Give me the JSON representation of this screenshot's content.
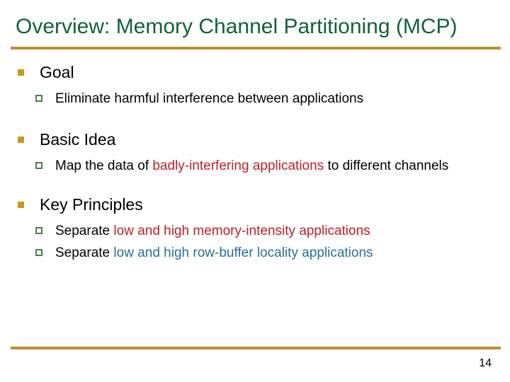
{
  "slide": {
    "title": "Overview: Memory Channel Partitioning (MCP)",
    "page_number": "14",
    "colors": {
      "title_green": "#14603b",
      "rule_gold": "#b8932f",
      "bullet_level1_gold": "#c7981f",
      "bullet_level2_green": "#4f7d4f",
      "highlight_red": "#bd2027",
      "highlight_blue": "#2b6e96",
      "body_black": "#000000"
    }
  },
  "sections": [
    {
      "heading": "Goal",
      "bullets": [
        {
          "runs": [
            {
              "text": "Eliminate harmful interference between applications",
              "color": "black"
            }
          ]
        }
      ]
    },
    {
      "heading": "Basic Idea",
      "bullets": [
        {
          "runs": [
            {
              "text": "Map the data of ",
              "color": "black"
            },
            {
              "text": "badly-interfering applications",
              "color": "red"
            },
            {
              "text": " to different channels",
              "color": "black"
            }
          ]
        }
      ]
    },
    {
      "heading": "Key Principles",
      "bullets": [
        {
          "runs": [
            {
              "text": "Separate ",
              "color": "black"
            },
            {
              "text": "low and high memory-intensity applications",
              "color": "red"
            }
          ]
        },
        {
          "runs": [
            {
              "text": "Separate ",
              "color": "black"
            },
            {
              "text": "low and high row-buffer locality applications",
              "color": "blue"
            }
          ]
        }
      ]
    }
  ]
}
